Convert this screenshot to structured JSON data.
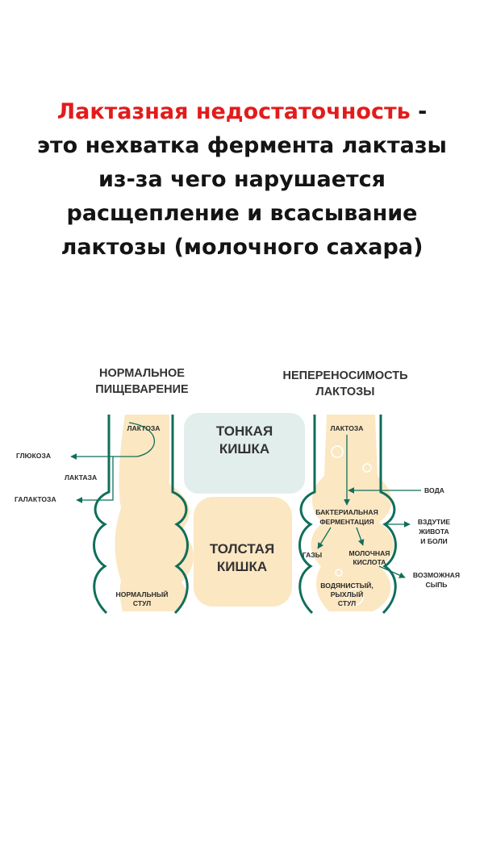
{
  "headline": {
    "accent": "Лактазная недостаточность",
    "dash": " -",
    "line2": "это нехватка фермента лактазы",
    "line3": "из-за чего нарушается",
    "line4": "расщепление и всасывание",
    "line5": "лактозы (молочного сахара)"
  },
  "diagram": {
    "normal_title_1": "НОРМАЛЬНОЕ",
    "normal_title_2": "ПИЩЕВАРЕНИЕ",
    "intolerance_title_1": "НЕПЕРЕНОСИМОСТЬ",
    "intolerance_title_2": "ЛАКТОЗЫ",
    "small_intestine_1": "ТОНКАЯ",
    "small_intestine_2": "КИШКА",
    "large_intestine_1": "ТОЛСТАЯ",
    "large_intestine_2": "КИШКА",
    "left": {
      "lactose": "ЛАКТОЗА",
      "glucose": "ГЛЮКОЗА",
      "lactase": "ЛАКТАЗА",
      "galactose": "ГАЛАКТОЗА",
      "normal_stool_1": "НОРМАЛЬНЫЙ",
      "normal_stool_2": "СТУЛ"
    },
    "right": {
      "lactose": "ЛАКТОЗА",
      "water": "ВОДА",
      "bacterial_1": "БАКТЕРИАЛЬНАЯ",
      "bacterial_2": "ФЕРМЕНТАЦИЯ",
      "bloating_1": "ВЗДУТИЕ",
      "bloating_2": "ЖИВОТА",
      "bloating_3": "И БОЛИ",
      "gases": "ГАЗЫ",
      "lactic_1": "МОЛОЧНАЯ",
      "lactic_2": "КИСЛОТА",
      "rash_1": "ВОЗМОЖНАЯ",
      "rash_2": "СЫПЬ",
      "watery_1": "ВОДЯНИСТЫЙ,",
      "watery_2": "РЫХЛЫЙ",
      "watery_3": "СТУЛ"
    },
    "colors": {
      "intestine_wall": "#0f6e5a",
      "contents": "#fbe7c2",
      "small_intestine_fill": "#e2eeeb",
      "large_intestine_fill": "#fbe7c2"
    }
  }
}
